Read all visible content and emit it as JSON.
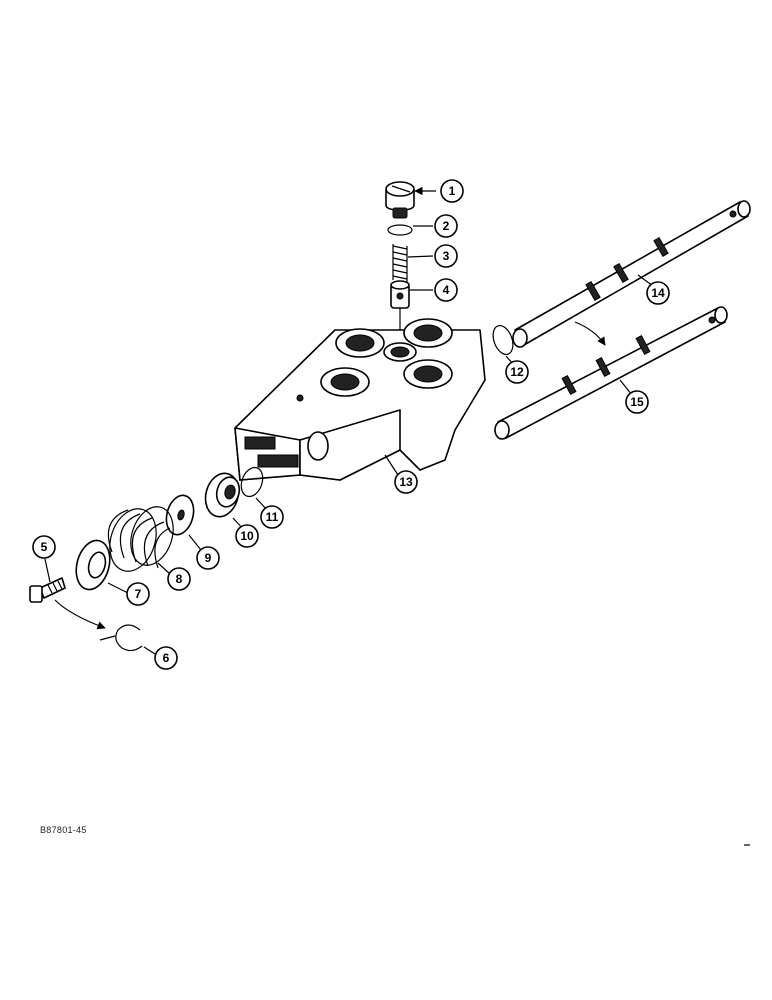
{
  "callouts": [
    {
      "label": "1"
    },
    {
      "label": "2"
    },
    {
      "label": "3"
    },
    {
      "label": "4"
    },
    {
      "label": "5"
    },
    {
      "label": "6"
    },
    {
      "label": "7"
    },
    {
      "label": "8"
    },
    {
      "label": "9"
    },
    {
      "label": "10"
    },
    {
      "label": "11"
    },
    {
      "label": "12"
    },
    {
      "label": "13"
    },
    {
      "label": "14"
    },
    {
      "label": "15"
    }
  ],
  "reference_code": "B87801-45"
}
